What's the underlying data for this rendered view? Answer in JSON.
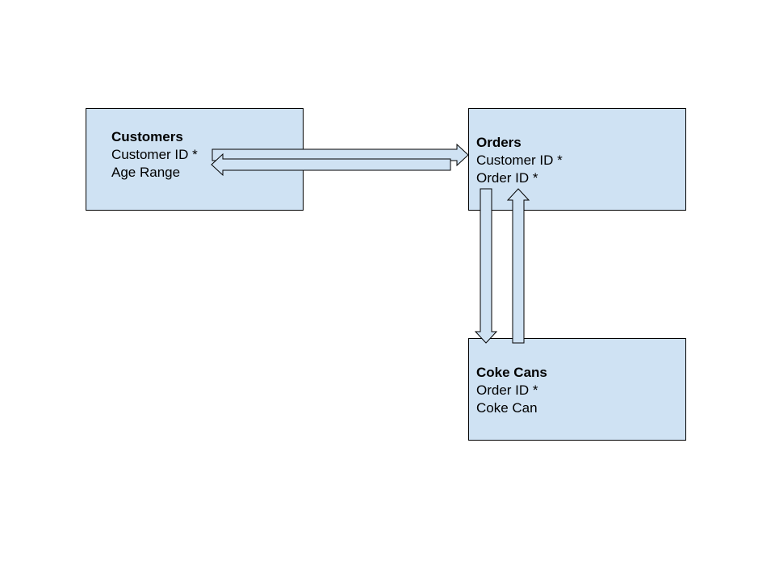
{
  "entities": {
    "customers": {
      "title": "Customers",
      "fields": [
        "Customer ID *",
        "Age Range"
      ]
    },
    "orders": {
      "title": "Orders",
      "fields": [
        "Customer ID *",
        "Order ID *"
      ]
    },
    "coke_cans": {
      "title": "Coke Cans",
      "fields": [
        "Order ID *",
        "Coke Can"
      ]
    }
  },
  "relationships": [
    {
      "from": "Customers",
      "to": "Orders",
      "direction": "right"
    },
    {
      "from": "Orders",
      "to": "Customers",
      "direction": "left"
    },
    {
      "from": "Orders",
      "to": "Coke Cans",
      "direction": "down"
    },
    {
      "from": "Coke Cans",
      "to": "Orders",
      "direction": "up"
    }
  ],
  "colors": {
    "box_fill": "#cfe2f3",
    "stroke": "#000000",
    "background": "#ffffff"
  }
}
